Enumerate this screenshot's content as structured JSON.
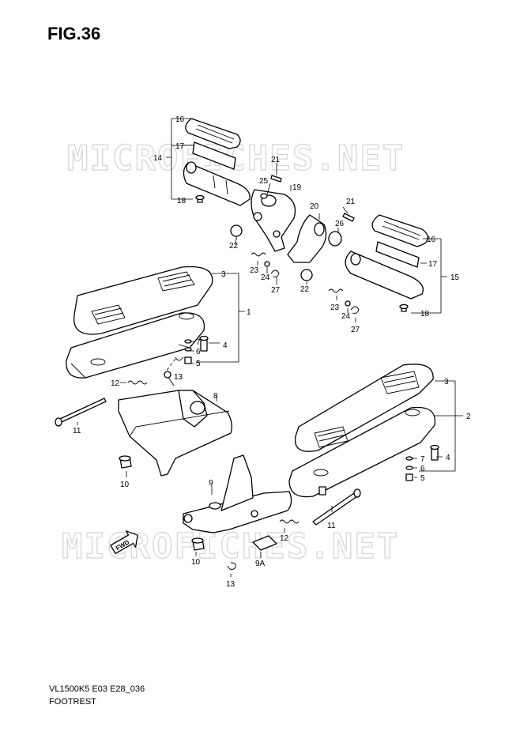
{
  "figure": {
    "title": "FIG.36"
  },
  "watermark": {
    "text_top": "MICROFICHES.NET",
    "text_bottom": "MICROFICHES.NET"
  },
  "footer": {
    "code": "VL1500K5 E03 E28_036",
    "caption": "FOOTREST"
  },
  "fwd_badge": {
    "text": "FWD"
  },
  "callouts": {
    "c16a": "16",
    "c17a": "17",
    "c14": "14",
    "c18a": "18",
    "c21a": "21",
    "c25": "25",
    "c19": "19",
    "c22a": "22",
    "c23a": "23",
    "c24a": "24",
    "c27a": "27",
    "c20": "20",
    "c21b": "21",
    "c26": "26",
    "c22b": "22",
    "c23b": "23",
    "c24b": "24",
    "c27b": "27",
    "c16b": "16",
    "c17b": "17",
    "c15": "15",
    "c18b": "18",
    "c3a": "3",
    "c1": "1",
    "c7a": "7",
    "c4a": "4",
    "c6a": "6",
    "c5a": "5",
    "c13a": "13",
    "c12a": "12",
    "c8": "8",
    "c11a": "11",
    "c10a": "10",
    "c3b": "3",
    "c2": "2",
    "c7b": "7",
    "c4b": "4",
    "c6b": "6",
    "c5b": "5",
    "c9": "9",
    "c11b": "11",
    "c12b": "12",
    "c10b": "10",
    "c9a": "9A",
    "c13b": "13"
  },
  "colors": {
    "line": "#000000",
    "watermark": "#d4d4d4",
    "background": "#ffffff"
  }
}
